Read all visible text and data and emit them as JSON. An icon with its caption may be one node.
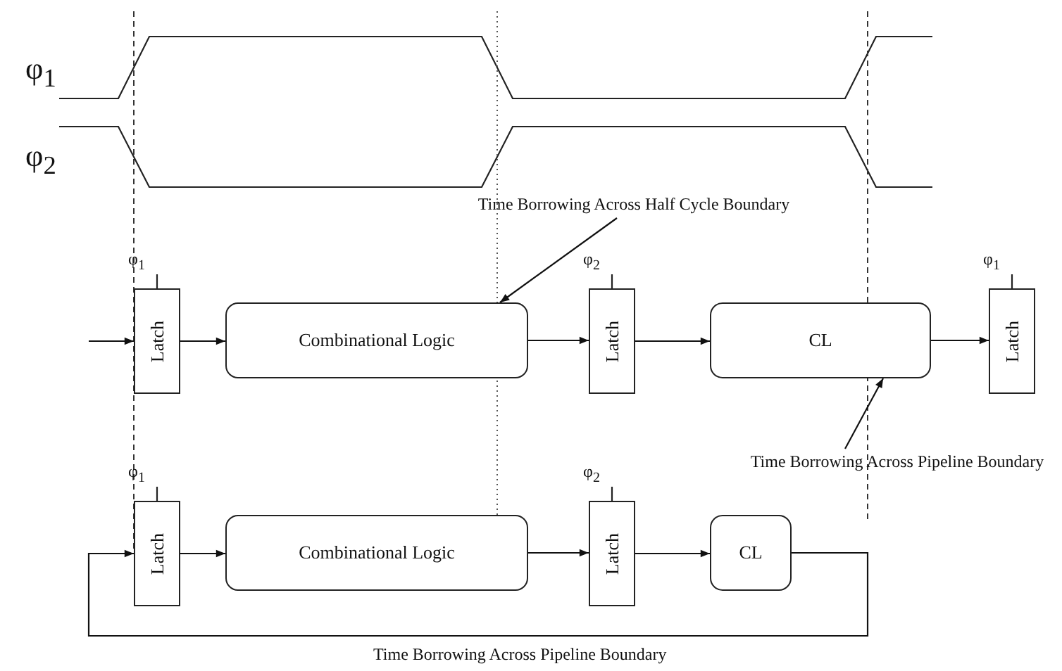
{
  "diagram": {
    "nodes": [
      {
        "text": [
          "Latch"
        ],
        "beside": [
          "φ$_{1}$"
        ]
      },
      {
        "text": [
          "Combinational Logic"
        ]
      },
      {
        "text": [
          "Latch"
        ],
        "beside": [
          "φ$_{2}$"
        ]
      },
      {
        "text": [
          "CL"
        ]
      },
      {
        "text": [
          "Latch"
        ],
        "beside": [
          "φ$_{1}$"
        ]
      },
      {
        "text": [
          "Latch"
        ],
        "beside": [
          "φ$_{1}$"
        ]
      },
      {
        "text": [
          "Combinational Logic"
        ]
      },
      {
        "text": [
          "Latch"
        ],
        "beside": [
          "φ$_{2}$"
        ]
      },
      {
        "text": [
          "CL"
        ]
      },
      {
        "text": [
          "Time Borrowing Across Half Cycle Boundary"
        ]
      },
      {
        "text": [
          "Time Borrowing Across Pipeline Boundary"
        ]
      }
    ],
    "edges": [
      {
        "from": null,
        "to": 0,
        "arrow": "to"
      },
      {
        "from": 0,
        "to": 1,
        "arrow": "to"
      },
      {
        "from": 1,
        "to": 2,
        "arrow": "to"
      },
      {
        "from": 2,
        "to": 3,
        "arrow": "to"
      },
      {
        "from": 3,
        "to": 4,
        "arrow": "to"
      },
      {
        "from": 5,
        "to": 6,
        "arrow": "to"
      },
      {
        "from": 6,
        "to": 7,
        "arrow": "to"
      },
      {
        "from": 7,
        "to": 8,
        "arrow": "to"
      },
      {
        "from": 8,
        "to": 5,
        "arrow": "to"
      },
      {
        "from": 9,
        "to": 1,
        "arrow": "to"
      },
      {
        "from": 10,
        "to": 3,
        "arrow": "to"
      }
    ],
    "labels": [
      "φ$_{1}$",
      "φ$_{2}$",
      "Time Borrowing Across Pipeline Boundary"
    ]
  }
}
